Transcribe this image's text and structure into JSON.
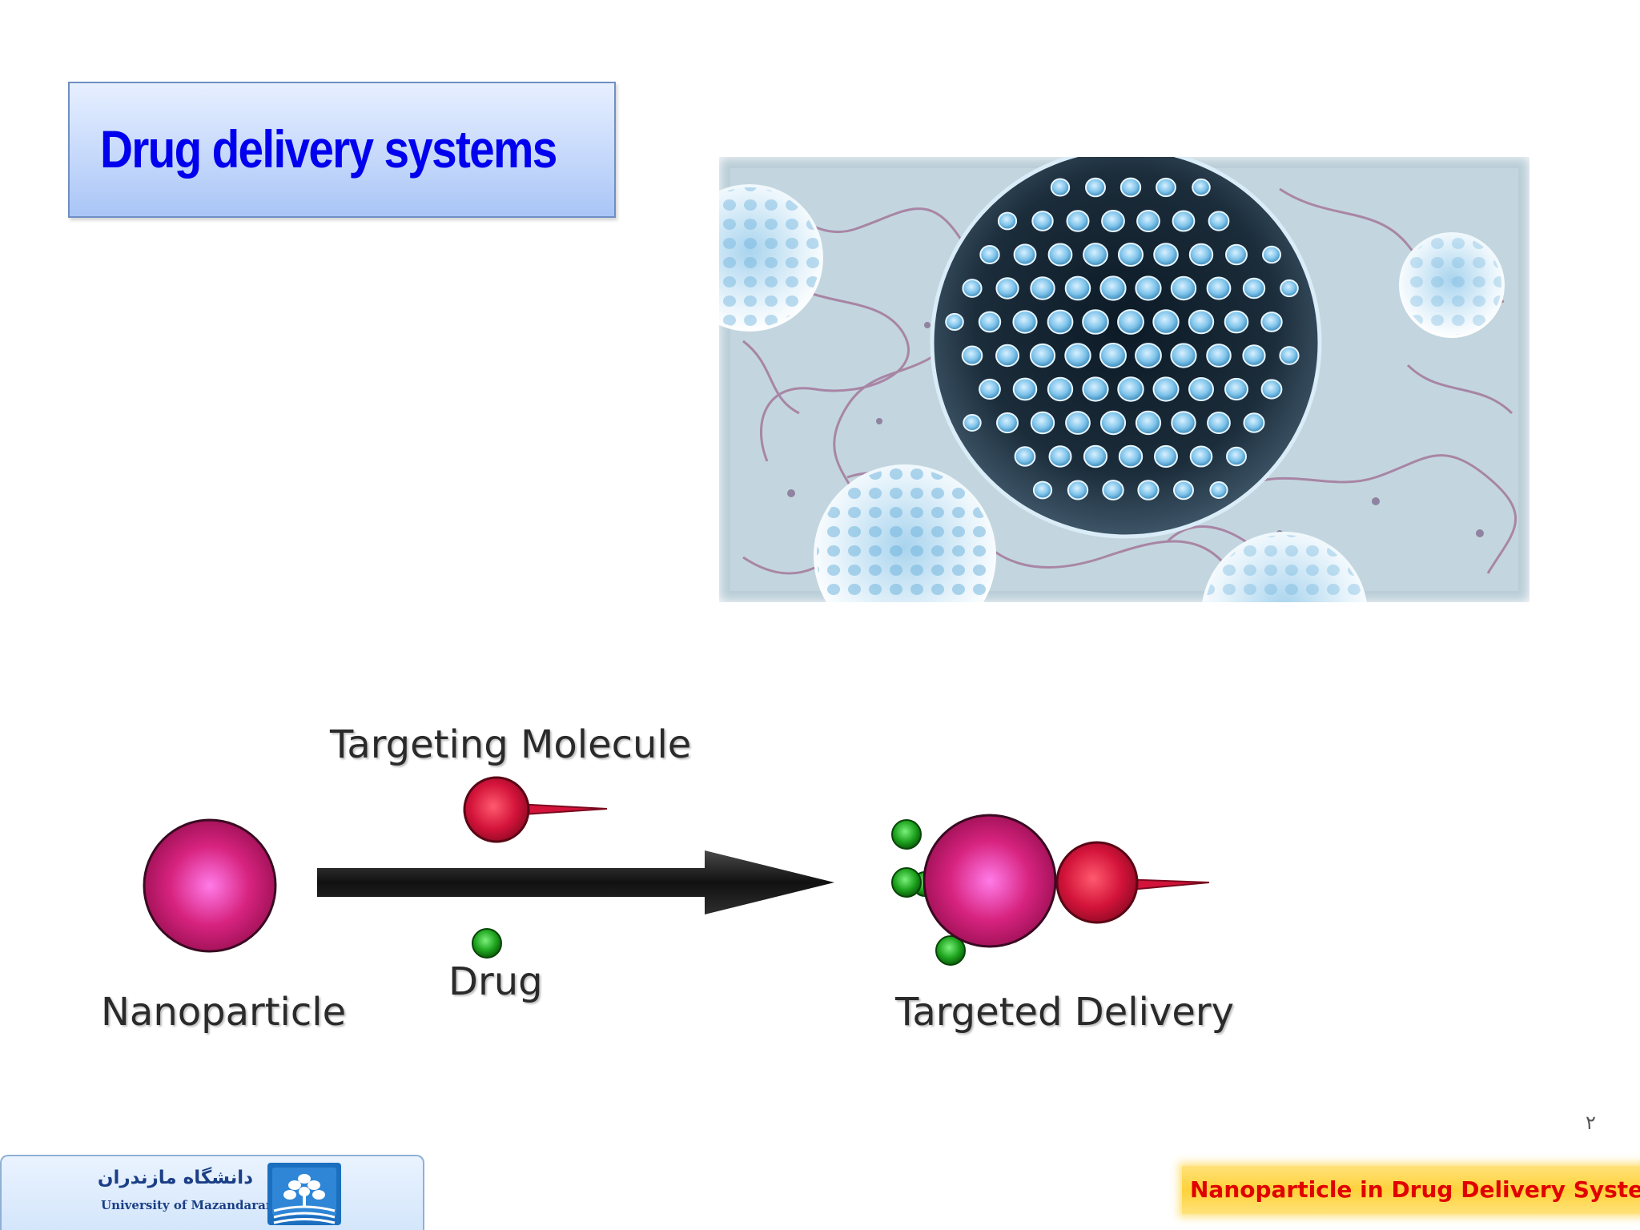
{
  "slide": {
    "title": "Drug delivery systems",
    "page_number": "۲"
  },
  "diagram": {
    "label_targeting_molecule": "Targeting Molecule",
    "label_nanoparticle": "Nanoparticle",
    "label_drug": "Drug",
    "label_targeted_delivery": "Targeted Delivery"
  },
  "logo": {
    "name_fa": "دانشگاه مازندران",
    "name_en": "University of Mazandaran"
  },
  "footer": {
    "tag": "Nanoparticle in Drug Delivery System"
  },
  "colors": {
    "title_text": "#0000ee",
    "footer_text": "#e00000",
    "footer_bg": "#ffd23a",
    "nanoparticle": "#d7237f",
    "targeting_molecule": "#d3133a",
    "drug": "#1fa51f"
  }
}
